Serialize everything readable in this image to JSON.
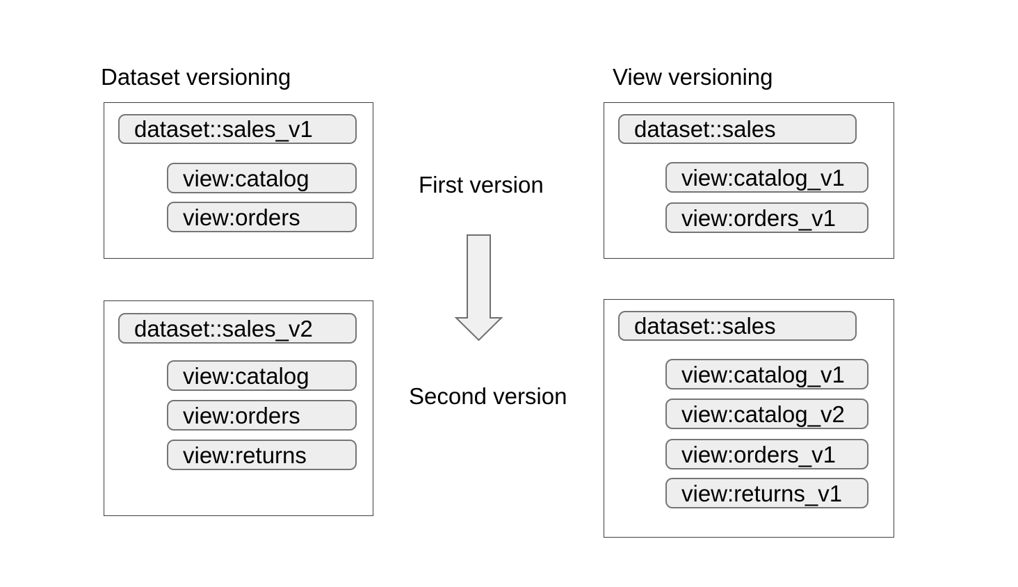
{
  "left": {
    "title": "Dataset versioning",
    "box1": {
      "dataset": "dataset::sales_v1",
      "views": [
        "view:catalog",
        "view:orders"
      ]
    },
    "box2": {
      "dataset": "dataset::sales_v2",
      "views": [
        "view:catalog",
        "view:orders",
        "view:returns"
      ]
    }
  },
  "right": {
    "title": "View versioning",
    "box1": {
      "dataset": "dataset::sales",
      "views": [
        "view:catalog_v1",
        "view:orders_v1"
      ]
    },
    "box2": {
      "dataset": "dataset::sales",
      "views": [
        "view:catalog_v1",
        "view:catalog_v2",
        "view:orders_v1",
        "view:returns_v1"
      ]
    }
  },
  "center": {
    "first_label": "First version",
    "second_label": "Second version",
    "arrow_icon": "down-arrow"
  },
  "colors": {
    "background": "#ffffff",
    "text": "#000000",
    "box_border": "#3d3d3d",
    "pill_fill": "#eeeeee",
    "pill_border": "#757575",
    "arrow_fill": "#f0f0f0",
    "arrow_border": "#6e6e6e"
  }
}
